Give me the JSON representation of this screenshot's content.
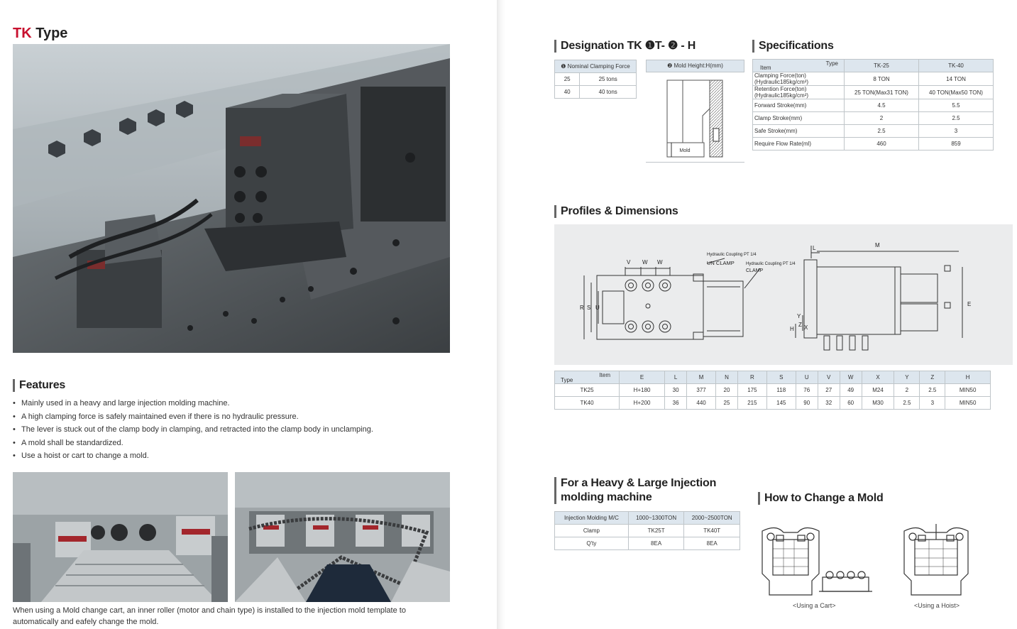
{
  "left": {
    "title_prefix": "TK",
    "title_suffix": " Type",
    "features_heading": "Features",
    "features": [
      "Mainly used in a heavy and large injection molding machine.",
      "A high clamping force is safely maintained even if there is no hydraulic pressure.",
      "The lever is stuck out of the clamp body in clamping, and retracted into the clamp body in unclamping.",
      "A mold shall be standardized.",
      "Use a hoist or cart to change a mold."
    ],
    "caption": "When using a Mold change cart, an inner roller (motor and chain type) is installed to the injection mold template to automatically and eafely change the mold."
  },
  "designation": {
    "heading": "Designation TK ❶T- ❷ - H",
    "col1_header": "❶ Nominal Clamping Force",
    "rows": [
      [
        "25",
        "25 tons"
      ],
      [
        "40",
        "40 tons"
      ]
    ],
    "col2_header": "❷ Mold Height:H(mm)",
    "mold_label": "Mold"
  },
  "specifications": {
    "heading": "Specifications",
    "corner_type": "Type",
    "corner_item": "Item",
    "models": [
      "TK-25",
      "TK-40"
    ],
    "rows": [
      {
        "label": "Clamping Force(ton)  (Hydraulic185kg/cm²)",
        "v1": "8 TON",
        "v2": "14 TON"
      },
      {
        "label": "Retention Force(ton)  (Hydraulic185kg/cm²)",
        "v1": "25 TON(Max31 TON)",
        "v2": "40 TON(Max50 TON)"
      },
      {
        "label": "Forward Stroke(mm)",
        "v1": "4.5",
        "v2": "5.5"
      },
      {
        "label": "Clamp Stroke(mm)",
        "v1": "2",
        "v2": "2.5"
      },
      {
        "label": "Safe Stroke(mm)",
        "v1": "2.5",
        "v2": "3"
      },
      {
        "label": "Require Flow Rate(ml)",
        "v1": "460",
        "v2": "859"
      }
    ]
  },
  "profiles": {
    "heading": "Profiles & Dimensions",
    "labels": {
      "coupling_unclamp": "Hydraulic Coupling PT 1/4",
      "unclamp": "UN CLAMP",
      "coupling_clamp": "Hydraulic Coupling PT 1/4",
      "clamp": "CLAMP",
      "v": "V",
      "w": "W",
      "r": "R",
      "s": "S",
      "u": "U",
      "m": "M",
      "l": "L",
      "e": "E",
      "x": "X",
      "y": "Y",
      "z": "Z",
      "h": "H"
    },
    "dim_corner_item": "Item",
    "dim_corner_type": "Type",
    "dim_headers": [
      "E",
      "L",
      "M",
      "N",
      "R",
      "S",
      "U",
      "V",
      "W",
      "X",
      "Y",
      "Z",
      "H"
    ],
    "dim_rows": [
      {
        "type": "TK25",
        "vals": [
          "H+180",
          "30",
          "377",
          "20",
          "175",
          "118",
          "76",
          "27",
          "49",
          "M24",
          "2",
          "2.5",
          "MIN50"
        ]
      },
      {
        "type": "TK40",
        "vals": [
          "H+200",
          "36",
          "440",
          "25",
          "215",
          "145",
          "90",
          "32",
          "60",
          "M30",
          "2.5",
          "3",
          "MIN50"
        ]
      }
    ]
  },
  "heavy": {
    "heading_line1": "For a Heavy & Large Injection",
    "heading_line2": "molding machine",
    "headers": [
      "Injection Molding M/C",
      "1000~1300TON",
      "2000~2500TON"
    ],
    "rows": [
      [
        "Clamp",
        "TK25T",
        "TK40T"
      ],
      [
        "Q'ty",
        "8EA",
        "8EA"
      ]
    ]
  },
  "change": {
    "heading": "How to Change a Mold",
    "cap_cart": "<Using a Cart>",
    "cap_hoist": "<Using a Hoist>"
  }
}
